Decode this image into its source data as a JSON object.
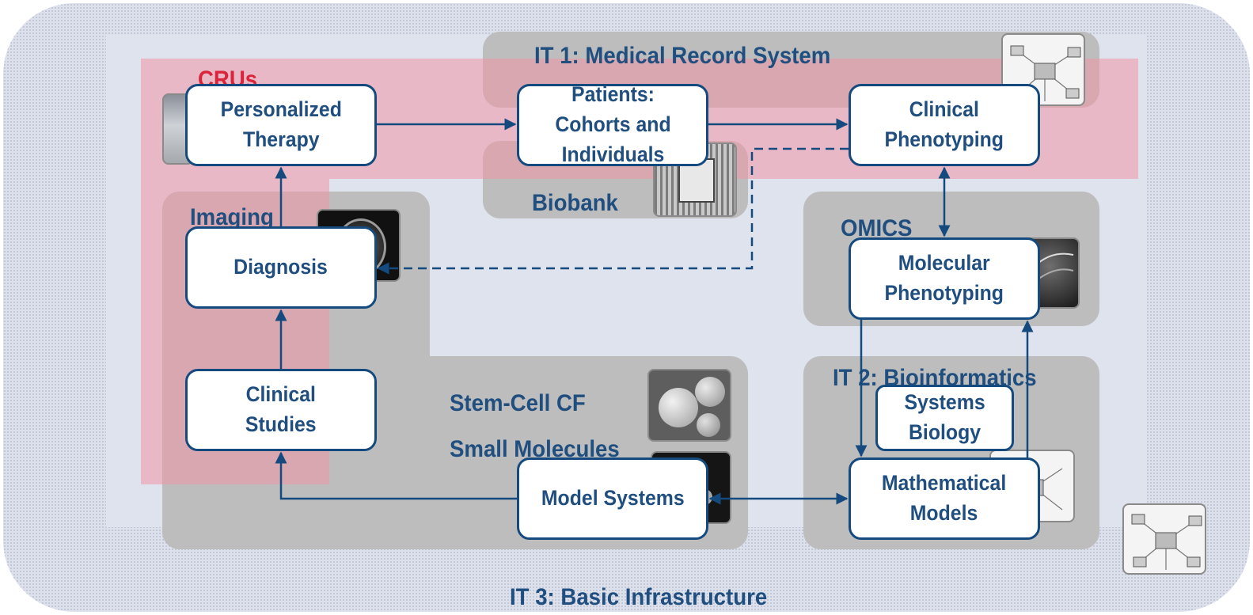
{
  "groups": {
    "it1": "IT 1: Medical Record System",
    "crus": "CRUs",
    "biobank": "Biobank",
    "imaging": "Imaging",
    "omics": "OMICS",
    "stem_cell": "Stem-Cell CF",
    "small_molecules": "Small Molecules",
    "it2": "IT 2: Bioinformatics",
    "it3": "IT 3: Basic Infrastructure"
  },
  "nodes": {
    "personalized_therapy": "Personalized\nTherapy",
    "patients": "Patients:\nCohorts and\nIndividuals",
    "clinical_phenotyping": "Clinical\nPhenotyping",
    "diagnosis": "Diagnosis",
    "molecular_phenotyping": "Molecular\nPhenotyping",
    "clinical_studies": "Clinical\nStudies",
    "systems_biology": "Systems\nBiology",
    "model_systems": "Model Systems",
    "mathematical_models": "Mathematical\nModels"
  },
  "thumbnails": {
    "it1": "network-diagram-icon",
    "crus": "clinic-photo-icon",
    "biobank": "freezer-photo-icon",
    "imaging": "brain-scan-icon",
    "omics": "dna-helix-icon",
    "stem_cell": "cells-microscopy-icon",
    "small_molecules": "molecule-render-icon",
    "it2": "network-diagram-icon",
    "it3": "network-diagram-icon"
  },
  "colors": {
    "node_border": "#154a7e",
    "text": "#1f4e7f",
    "crus_label": "#d9243a",
    "region_gray": "#bdbdbd",
    "region_pink": "#ee96a5"
  }
}
